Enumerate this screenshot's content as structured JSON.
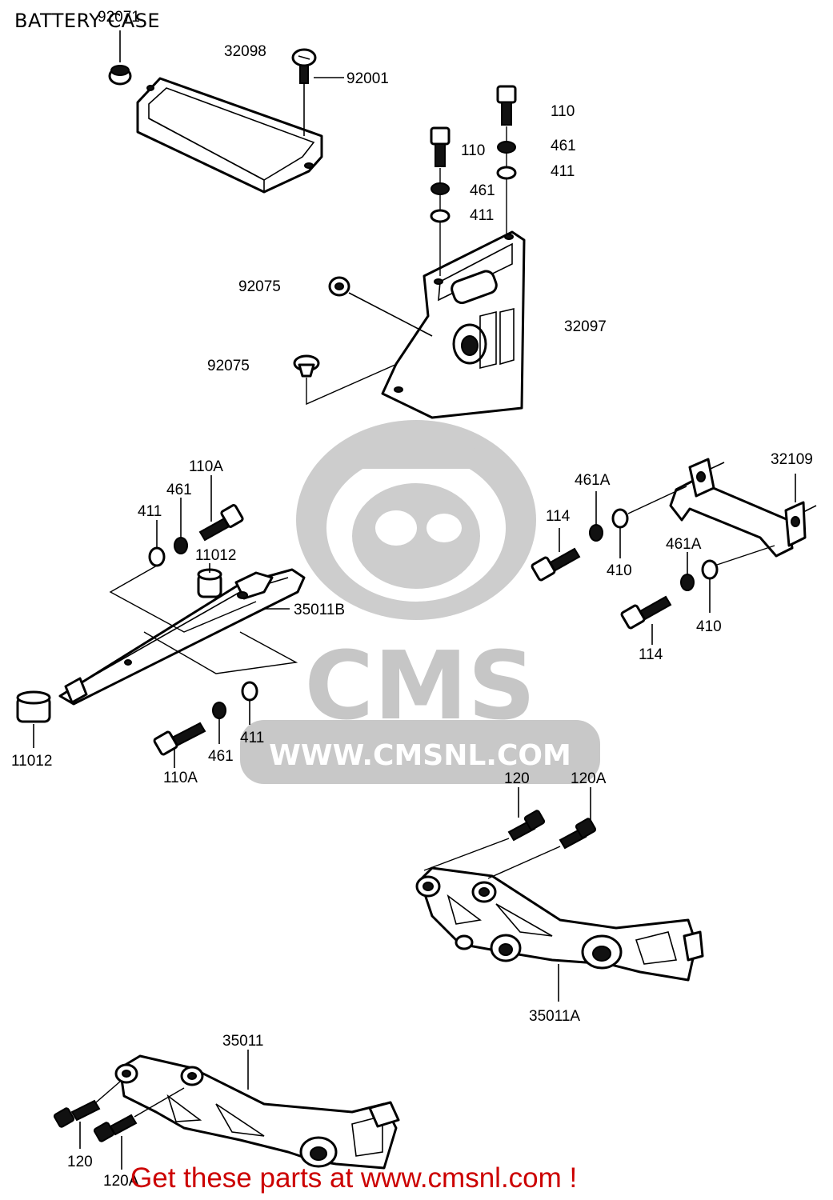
{
  "title": "BATTERY CASE",
  "footer": "Get these parts at www.cmsnl.com !",
  "watermark": {
    "brand": "CMS",
    "url": "WWW.CMSNL.COM",
    "color": "#c8c8c8"
  },
  "colors": {
    "footer_text": "#cc0000",
    "line_art": "#000000",
    "background": "#ffffff"
  },
  "callouts": {
    "c92071": "92071",
    "c32098": "32098",
    "c92001": "92001",
    "c110_a": "110",
    "c461_a": "461",
    "c411_a": "411",
    "c110_b": "110",
    "c461_b": "461",
    "c411_b": "411",
    "c92075_a": "92075",
    "c32097": "32097",
    "c92075_b": "92075",
    "c110A_a": "110A",
    "c461_c": "461",
    "c411_c": "411",
    "c11012_a": "11012",
    "c35011B": "35011B",
    "c11012_b": "11012",
    "c110A_b": "110A",
    "c461_d": "461",
    "c411_d": "411",
    "c32109": "32109",
    "c461A_a": "461A",
    "c114_a": "114",
    "c410_a": "410",
    "c461A_b": "461A",
    "c114_b": "114",
    "c410_b": "410",
    "c120_a": "120",
    "c120A_a": "120A",
    "c35011A": "35011A",
    "c35011": "35011",
    "c120_b": "120",
    "c120A_b": "120A"
  }
}
